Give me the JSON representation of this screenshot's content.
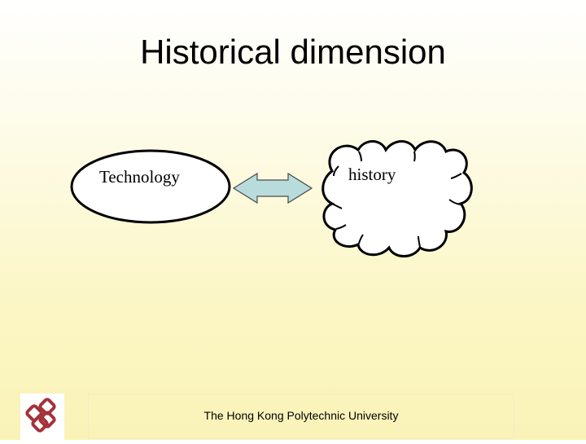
{
  "slide": {
    "title": "Historical dimension",
    "footer": "The Hong Kong Polytechnic University"
  },
  "diagram": {
    "nodes": [
      {
        "id": "technology",
        "label": "Technology",
        "shape": "ellipse"
      },
      {
        "id": "history",
        "label": "history",
        "shape": "cloud"
      }
    ],
    "connector": {
      "from": "technology",
      "to": "history",
      "style": "double-headed-arrow",
      "color": "#b8dcdc"
    }
  },
  "colors": {
    "logo": "#a3333b",
    "background_top": "#ffffff",
    "background_bottom": "#faf3b8"
  },
  "icons": {
    "logo": "polyu-logo-icon"
  }
}
